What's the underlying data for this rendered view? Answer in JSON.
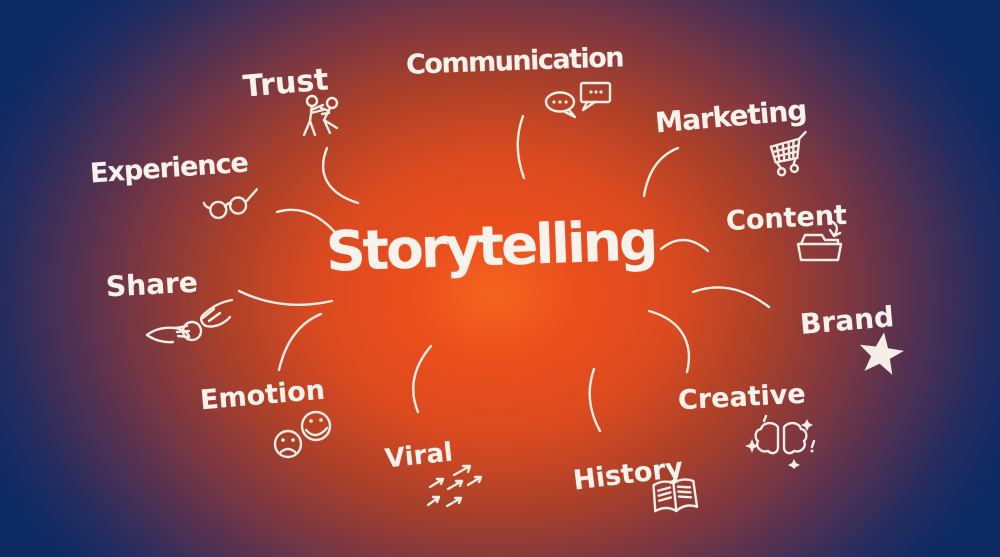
{
  "title": "Storytelling",
  "colors": {
    "background_navy": "#0e2a63",
    "glow_orange": "#ea4e1c",
    "text_white": "#f7f2ec"
  },
  "diagram": {
    "type": "mind-map",
    "center": "Storytelling",
    "nodes": [
      {
        "label": "Communication",
        "icon": "speech-bubbles-icon",
        "position": "top"
      },
      {
        "label": "Marketing",
        "icon": "shopping-cart-icon",
        "position": "top-right"
      },
      {
        "label": "Content",
        "icon": "folder-inbox-icon",
        "position": "right-upper"
      },
      {
        "label": "Brand",
        "icon": "star-icon",
        "position": "right"
      },
      {
        "label": "Creative",
        "icon": "brain-sparkles-icon",
        "position": "right-lower"
      },
      {
        "label": "History",
        "icon": "open-book-icon",
        "position": "bottom-right"
      },
      {
        "label": "Viral",
        "icon": "arrows-up-right-icon",
        "position": "bottom"
      },
      {
        "label": "Emotion",
        "icon": "smiley-faces-icon",
        "position": "bottom-left"
      },
      {
        "label": "Share",
        "icon": "sharing-hands-icon",
        "position": "left"
      },
      {
        "label": "Experience",
        "icon": "eyeglasses-icon",
        "position": "left-upper"
      },
      {
        "label": "Trust",
        "icon": "trust-fall-figures-icon",
        "position": "top-left"
      }
    ]
  }
}
